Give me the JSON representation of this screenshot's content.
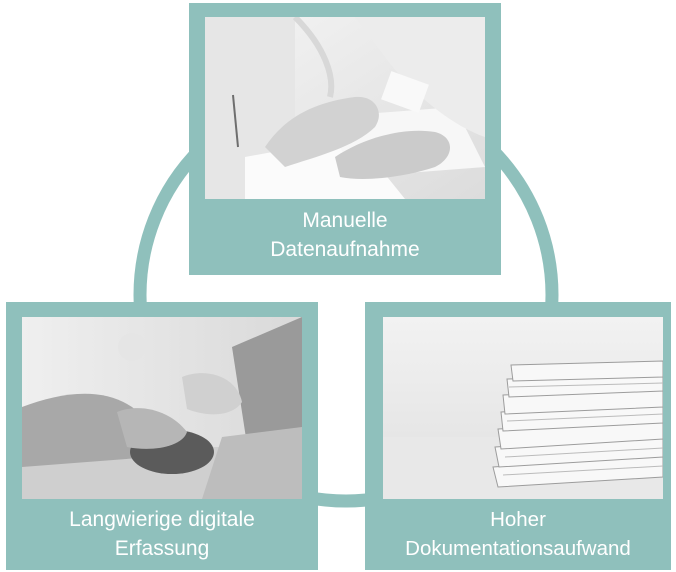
{
  "diagram": {
    "accent_color": "#8fc0bc",
    "nodes": [
      {
        "id": "top",
        "photo_icon": "hand-writing-on-paper-photo",
        "label_lines": [
          "Manuelle",
          "Datenaufnahme"
        ]
      },
      {
        "id": "bottom-left",
        "photo_icon": "hand-on-computer-mouse-photo",
        "label_lines": [
          "Langwierige digitale",
          "Erfassung"
        ]
      },
      {
        "id": "bottom-right",
        "photo_icon": "stack-of-documents-photo",
        "label_lines": [
          "Hoher",
          "Dokumentationsaufwand"
        ]
      }
    ]
  }
}
